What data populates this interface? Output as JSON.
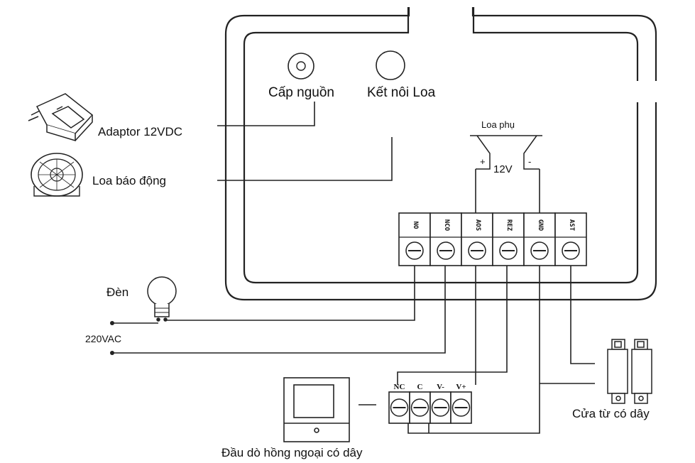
{
  "labels": {
    "power_socket": "Cấp nguồn",
    "speaker_socket": "Kết nôi Loa",
    "adaptor": "Adaptor 12VDC",
    "alarm_siren": "Loa báo động",
    "aux_speaker": "Loa phụ",
    "aux_voltage": "12V",
    "plus_sign": "+",
    "minus_sign": "-",
    "lamp": "Đèn",
    "mains": "220VAC",
    "door_sensor": "Cửa từ có dây",
    "pir_sensor": "Đầu dò hồng ngoại có dây"
  },
  "panel_terminals": [
    "NO",
    "NCO",
    "AOS",
    "REZ",
    "GND",
    "AST"
  ],
  "pir_terminals": [
    "NC",
    "C",
    "V-",
    "V+"
  ],
  "icons": [
    "power-socket-icon",
    "speaker-socket-icon",
    "adaptor-icon",
    "siren-icon",
    "speaker-horn-icon",
    "bulb-icon",
    "door-contact-icon",
    "pir-detector-icon"
  ],
  "colors": {
    "line": "#222222",
    "background": "#ffffff"
  }
}
